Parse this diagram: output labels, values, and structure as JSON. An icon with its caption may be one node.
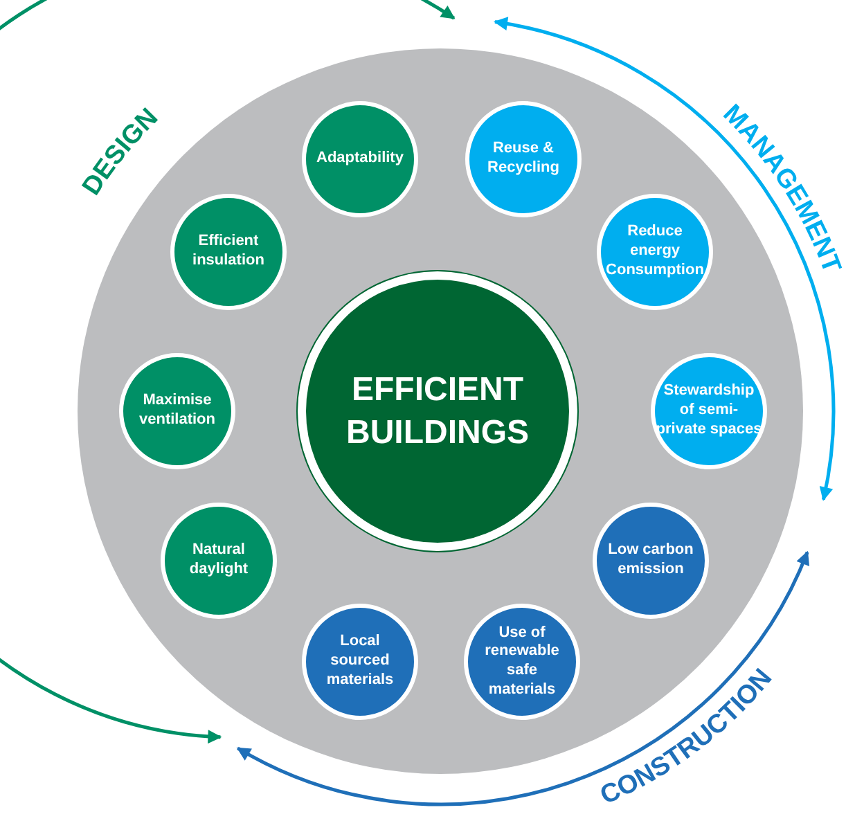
{
  "diagram": {
    "nodes": [
      {
        "text": [],
        "shape": "circle"
      },
      {
        "text": [
          "EFFICIENT BUILDINGS"
        ],
        "in": 0
      },
      {
        "text": [
          "Adaptability"
        ],
        "in": 0
      },
      {
        "text": [
          "Reuse & Recycling"
        ],
        "in": 0
      },
      {
        "text": [
          "Reduce energy Consumption"
        ],
        "in": 0
      },
      {
        "text": [
          "Stewardship of semi-private spaces"
        ],
        "in": 0
      },
      {
        "text": [
          "Low carbon emission"
        ],
        "in": 0
      },
      {
        "text": [
          "Use of renewable safe materials"
        ],
        "in": 0
      },
      {
        "text": [
          "Local sourced materials"
        ],
        "in": 0
      },
      {
        "text": [
          "Natural daylight"
        ],
        "in": 0
      },
      {
        "text": [
          "Maximise ventilation"
        ],
        "in": 0
      },
      {
        "text": [
          "Efficient insulation"
        ],
        "in": 0
      }
    ],
    "labels": [
      "DESIGN",
      "MANAGEMENT",
      "CONSTRUCTION"
    ]
  }
}
